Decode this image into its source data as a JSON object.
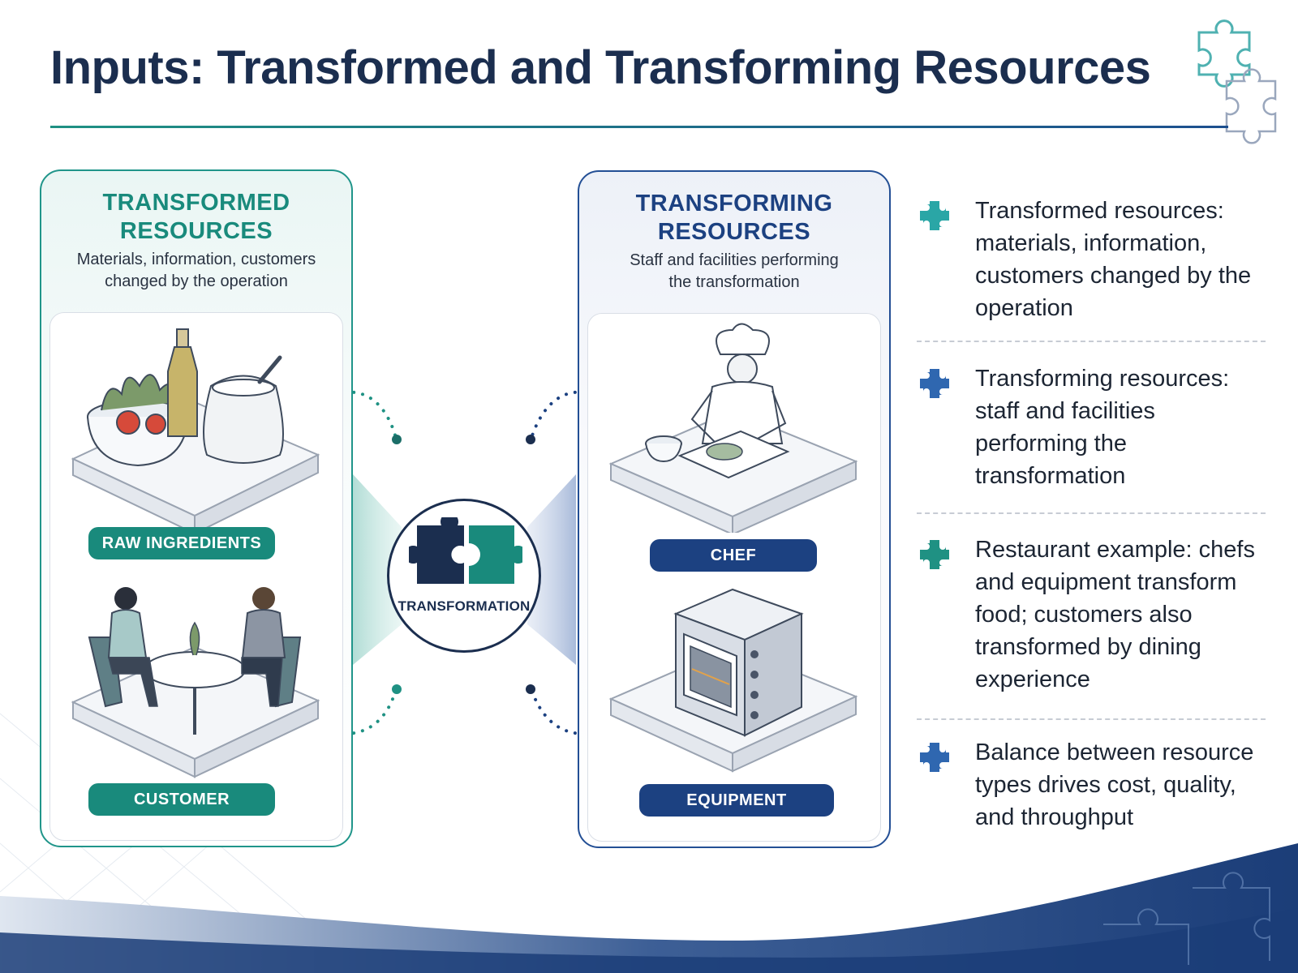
{
  "title": "Inputs: Transformed and Transforming Resources",
  "left_panel": {
    "title_line1": "TRANSFORMED",
    "title_line2": "RESOURCES",
    "subtitle_line1": "Materials, information, customers",
    "subtitle_line2": "changed by the operation",
    "items": [
      "RAW INGREDIENTS",
      "CUSTOMER"
    ]
  },
  "right_panel": {
    "title_line1": "TRANSFORMING",
    "title_line2": "RESOURCES",
    "subtitle_line1": "Staff and facilities performing",
    "subtitle_line2": "the transformation",
    "items": [
      "CHEF",
      "EQUIPMENT"
    ]
  },
  "center": {
    "label": "TRANSFORMATION"
  },
  "bullets": [
    {
      "text": "Transformed resources: materials, information, customers changed by the operation",
      "color": "#2aa6a6"
    },
    {
      "text": "Transforming resources: staff and facilities performing the transformation",
      "color": "#2f67b0"
    },
    {
      "text": "Restaurant example: chefs and equipment transform food; customers also transformed by dining experience",
      "color": "#1f9183"
    },
    {
      "text": "Balance between resource types drives cost, quality, and throughput",
      "color": "#2f67b0"
    }
  ],
  "colors": {
    "teal": "#198a7c",
    "navy": "#1c4181",
    "title": "#1b2e4f"
  }
}
